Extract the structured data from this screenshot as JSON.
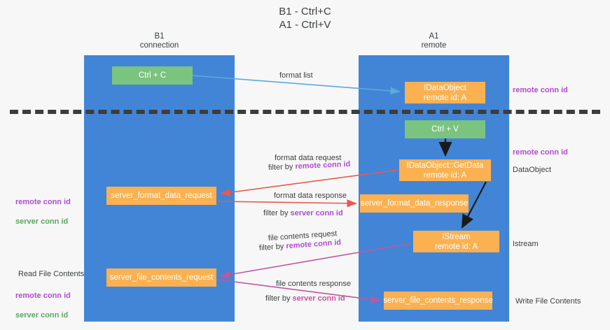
{
  "diagram": {
    "title": "B1 - Ctrl+C\nA1 - Ctrl+V",
    "lanes": [
      {
        "id": "b1",
        "header": "B1\nconnection",
        "color": "#4285d6"
      },
      {
        "id": "a1",
        "header": "A1\nremote",
        "color": "#4285d6"
      }
    ],
    "nodes": {
      "ctrl_c": "Ctrl + C",
      "idataobject": "IDataObject\nremote id: A",
      "ctrl_v": "Ctrl + V",
      "getdata": "IDataObject::GetData\nremote id: A",
      "server_format_data_request": "server_format_data_request",
      "server_format_data_response": "server_format_data_response",
      "istream": "IStream\nremote id: A",
      "server_file_contents_request": "server_file_contents_request",
      "server_file_contents_response": "server_file_contents_response"
    },
    "flows": {
      "format_list": "format list",
      "format_data_request": "format data request",
      "format_data_request_filter_prefix": "filter by ",
      "format_data_request_filter_key": "remote conn id",
      "format_data_response": "format data response",
      "format_data_response_filter_prefix": "filter by ",
      "format_data_response_filter_key": "server conn id",
      "file_contents_request": "file contents request",
      "file_contents_request_filter_prefix": "filter by ",
      "file_contents_request_filter_key": "remote conn id",
      "file_contents_response": "file contents response",
      "file_contents_response_filter_prefix": "filter by ",
      "file_contents_response_filter_key": "server conn id"
    },
    "annotations": {
      "remote_conn_id_top": "remote conn id",
      "remote_conn_id_mid": "remote conn id",
      "dataobject": "DataObject",
      "istream": "Istream",
      "write_file_contents": "Write File Contents",
      "read_file_contents": "Read File Contents",
      "left_remote_conn_id": "remote conn id",
      "left_server_conn_id": "server conn id",
      "left_remote_conn_id_2": "remote conn id",
      "left_server_conn_id_2": "server conn id"
    },
    "colors": {
      "lane": "#4285d6",
      "node_green": "#7ac47f",
      "node_orange": "#fbb151",
      "accent_purple": "#b24bd1",
      "accent_green": "#5aa85f",
      "accent_red": "#e8594f",
      "accent_magenta": "#c2569e",
      "accent_blue": "#5aa9dd",
      "divider": "#3c3c3c",
      "background": "#f7f7f7"
    }
  }
}
